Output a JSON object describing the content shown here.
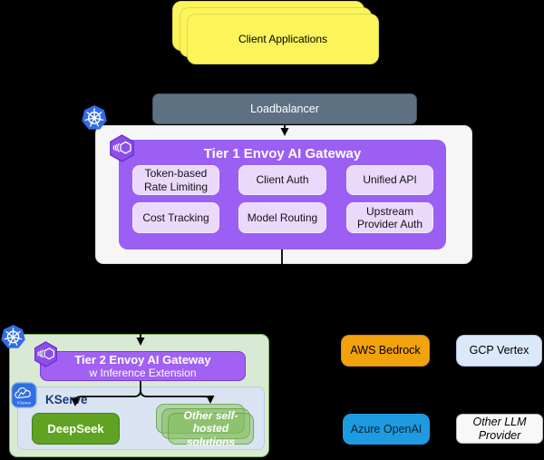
{
  "client_applications": {
    "label": "Client Applications",
    "fill": "#FBF45A",
    "stack_count": 3
  },
  "loadbalancer": {
    "label": "Loadbalancer",
    "fill": "#5D7183"
  },
  "tier1_gateway": {
    "title": "Tier 1 Envoy AI Gateway",
    "fill": "#9B5FF3",
    "feature_fill": "#EAD9FB",
    "features": [
      {
        "label": "Token-based Rate Limiting"
      },
      {
        "label": "Client Auth"
      },
      {
        "label": "Unified API"
      },
      {
        "label": "Cost Tracking"
      },
      {
        "label": "Model Routing"
      },
      {
        "label": "Upstream Provider Auth"
      }
    ]
  },
  "tier2_gateway": {
    "title": "Tier 2 Envoy AI Gateway",
    "subtitle": "w Inference Extension",
    "fill": "#A161F2"
  },
  "kserve": {
    "label": "KServe",
    "label_color": "#1B3A72",
    "container_fill": "#D9E3F1"
  },
  "deepseek": {
    "label": "DeepSeek",
    "fill": "#60A322"
  },
  "self_hosted": {
    "label": "Other self-hosted solutions",
    "fill": "rgba(126,188,85,0.45)",
    "stack_count": 3
  },
  "providers": [
    {
      "label": "AWS Bedrock",
      "fill": "#F2A20D"
    },
    {
      "label": "GCP Vertex",
      "fill": "#DBE8FA"
    },
    {
      "label": "Azure OpenAI",
      "fill": "#1E9BE0"
    },
    {
      "label": "Other LLM Provider",
      "fill": "#F8F8F8"
    }
  ],
  "icons": {
    "kubernetes": {
      "name": "kubernetes-icon",
      "color": "#326CE5"
    },
    "envoy": {
      "name": "envoy-icon",
      "color": "#8B4FE8"
    },
    "kserve": {
      "name": "kserve-icon",
      "color": "#2E6FE3",
      "caption": "KServe"
    }
  }
}
